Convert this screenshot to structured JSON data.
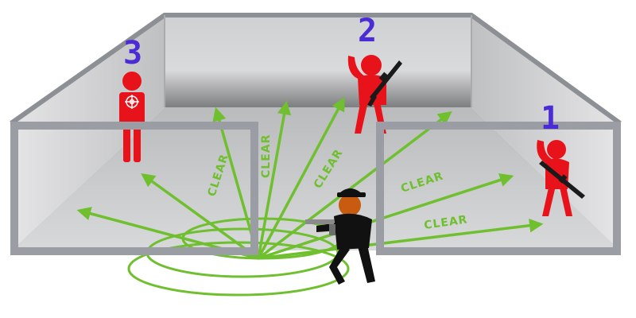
{
  "labels": {
    "clear_1": "CLEAR",
    "clear_2": "CLEAR",
    "clear_3": "CLEAR",
    "clear_4": "CLEAR",
    "clear_5": "CLEAR"
  },
  "targets": [
    {
      "number": "3",
      "type": "hostage-with-crosshair"
    },
    {
      "number": "2",
      "type": "threat-with-rifle"
    },
    {
      "number": "1",
      "type": "threat-with-rifle"
    }
  ],
  "colors": {
    "arrow": "#6fbf2f",
    "target": "#e8121b",
    "number": "#4b2bd6",
    "room_wall": "#9a9da3",
    "operator": "#111111"
  }
}
